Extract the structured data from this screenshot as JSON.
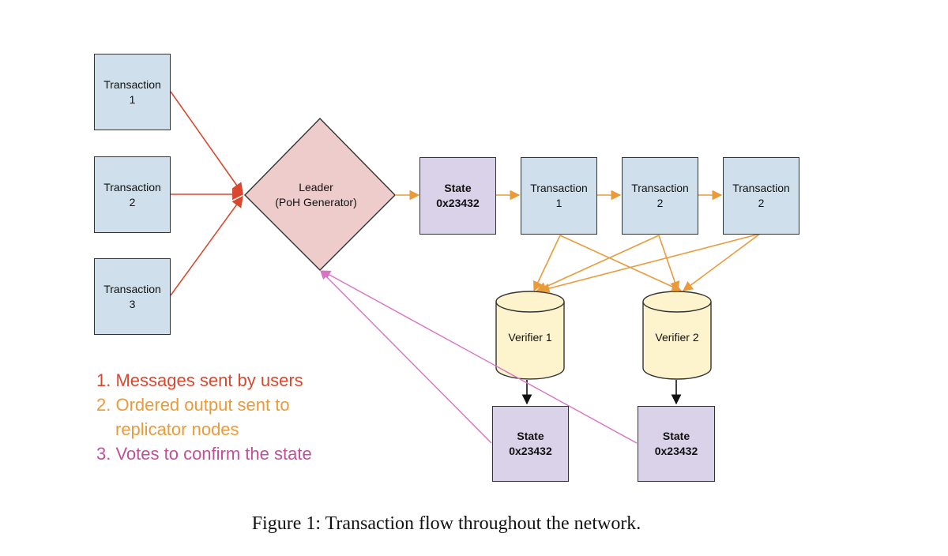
{
  "nodes": {
    "tx_left_1": "Transaction\n1",
    "tx_left_2": "Transaction\n2",
    "tx_left_3": "Transaction\n3",
    "leader": "Leader\n(PoH Generator)",
    "state_top": "State\n0x23432",
    "tx_chain_1": "Transaction\n1",
    "tx_chain_2": "Transaction\n2",
    "tx_chain_3": "Transaction\n2",
    "verifier_1": "Verifier 1",
    "verifier_2": "Verifier 2",
    "state_v1": "State\n0x23432",
    "state_v2": "State\n0x23432"
  },
  "legend": [
    {
      "text": "1. Messages sent by users",
      "color": "#d9472f"
    },
    {
      "text": "2. Ordered output sent to",
      "color": "#eb9a3a"
    },
    {
      "text": "replicator nodes",
      "color": "#eb9a3a",
      "indent": true
    },
    {
      "text": "3. Votes to confirm the state",
      "color": "#c0509a"
    }
  ],
  "caption": "Figure 1: Transaction flow throughout the network.",
  "colors": {
    "user_messages": "#d9472f",
    "ordered_output": "#eb9a3a",
    "votes": "#d873c4",
    "transaction_fill": "#cfe0ec",
    "state_fill": "#d9d2e9",
    "leader_fill": "#efcccc",
    "verifier_fill": "#fdf3cc"
  }
}
